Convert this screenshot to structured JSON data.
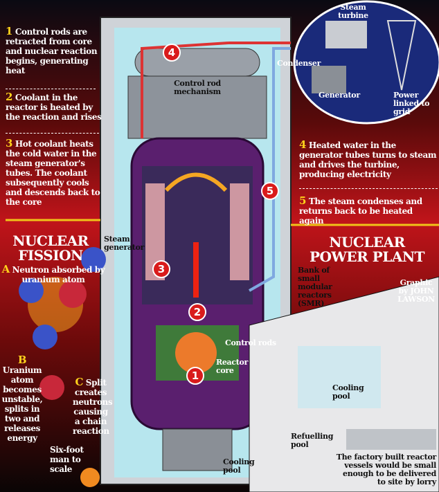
{
  "steps": {
    "s1": {
      "num": "1",
      "text": "Control rods are retracted from core and nuclear reaction begins, generating heat"
    },
    "s2": {
      "num": "2",
      "text": "Coolant in the reactor is heated by the reaction and rises"
    },
    "s3": {
      "num": "3",
      "text": "Hot coolant heats the cold water in the steam generator's tubes. The coolant subsequently cools and descends back to the core"
    },
    "s4": {
      "num": "4",
      "text": "Heated water in the generator tubes turns to steam and drives the turbine, producing electricity"
    },
    "s5": {
      "num": "5",
      "text": "The steam condenses and returns back to be heated again"
    }
  },
  "fission": {
    "title": "NUCLEAR FISSION",
    "a": {
      "letter": "A",
      "text": "Neutron absorbed by uranium atom"
    },
    "b": {
      "letter": "B",
      "text": "Uranium atom becomes unstable, splits in two and releases energy"
    },
    "c": {
      "letter": "C",
      "text": "Split creates neutrons causing a chain reaction"
    },
    "scale": "Six-foot man to scale"
  },
  "plant": {
    "title": "NUCLEAR POWER PLANT",
    "smr": "Bank of small modular reactors (SMR)",
    "credit": "Graphic by JOHN LAWSON",
    "cooling_pool": "Cooling pool",
    "refuelling_pool": "Refuelling pool",
    "lorry": "The factory built reactor vessels would be small enough to be delivered to site by lorry"
  },
  "reactor": {
    "steam_turbine": "Steam turbine",
    "condenser": "Condenser",
    "generator": "Generator",
    "grid": "Power linked to grid",
    "mechanism": "Control rod mechanism",
    "steam_generator": "Steam generator",
    "control_rods": "Control rods",
    "core": "Reactor core",
    "cooling_pool": "Cooling pool"
  },
  "colors": {
    "accent_red": "#d91b1b",
    "highlight_yellow": "#ffd21c",
    "pool_blue": "#8fd3e0"
  }
}
